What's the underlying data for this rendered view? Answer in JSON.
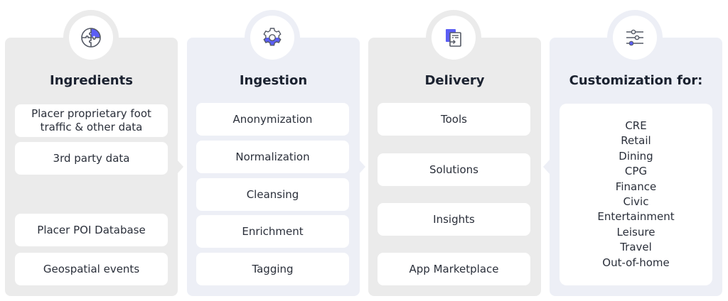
{
  "columns": [
    {
      "title": "Ingredients",
      "icon": "puzzle-icon",
      "items": [
        "Placer proprietary foot traffic & other data",
        "3rd party data",
        "Placer POI Database",
        "Geospatial events"
      ]
    },
    {
      "title": "Ingestion",
      "icon": "gear-icon",
      "items": [
        "Anonymization",
        "Normalization",
        "Cleansing",
        "Enrichment",
        "Tagging"
      ]
    },
    {
      "title": "Delivery",
      "icon": "document-export-icon",
      "items": [
        "Tools",
        "Solutions",
        "Insights",
        "App Marketplace"
      ]
    },
    {
      "title": "Customization for:",
      "icon": "sliders-icon",
      "items": [
        "CRE",
        "Retail",
        "Dining",
        "CPG",
        "Finance",
        "Civic",
        "Entertainment",
        "Leisure",
        "Travel",
        "Out-of-home"
      ]
    }
  ],
  "colors": {
    "accent": "#5b5ef4",
    "icon_stroke": "#555a66",
    "panel_gray": "#ebebeb",
    "panel_blue": "#edeff6",
    "text": "#1f2430"
  }
}
